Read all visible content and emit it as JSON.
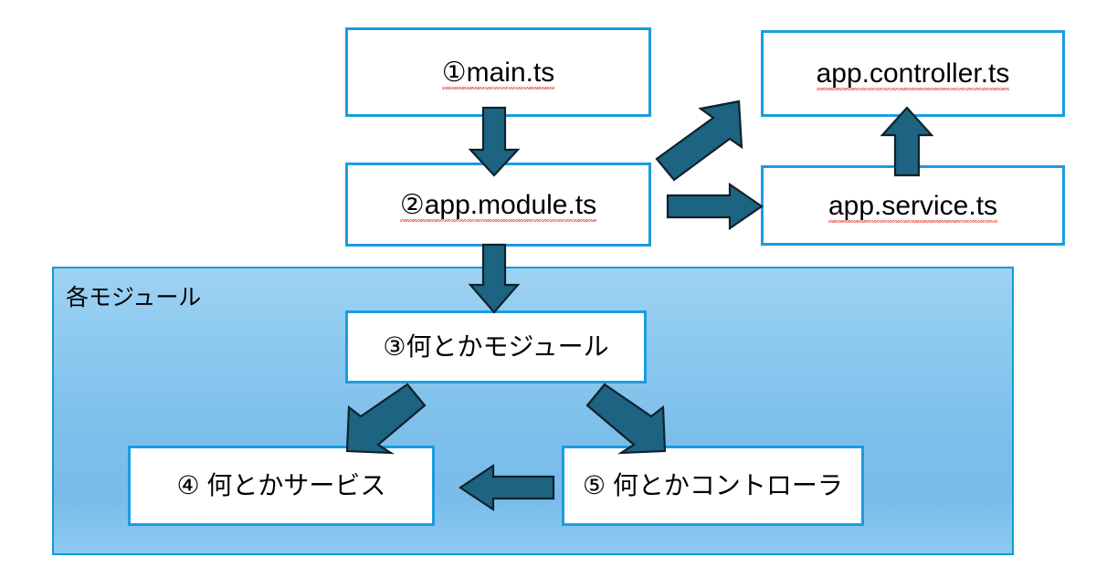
{
  "diagram": {
    "title": "NestJS module structure diagram",
    "colors": {
      "box_border": "#1b9ce2",
      "arrow_fill": "#1d6382",
      "arrow_stroke": "#10212b",
      "group_fill_top": "#9ed2f2",
      "group_fill_bottom": "#79bcea",
      "group_border": "#0f9ad6",
      "spellcheck_underline": "#e8443a",
      "background": "#ffffff"
    },
    "group": {
      "label": "各モジュール"
    },
    "nodes": [
      {
        "id": "main",
        "label": "①main.ts",
        "spellcheck": true,
        "script": "latin"
      },
      {
        "id": "app-module",
        "label": "②app.module.ts",
        "spellcheck": true,
        "script": "latin"
      },
      {
        "id": "app-controller",
        "label": "app.controller.ts",
        "spellcheck": true,
        "script": "latin"
      },
      {
        "id": "app-service",
        "label": "app.service.ts",
        "spellcheck": true,
        "script": "latin"
      },
      {
        "id": "some-module",
        "label": "③何とかモジュール",
        "spellcheck": false,
        "script": "jp"
      },
      {
        "id": "some-service",
        "label": "④ 何とかサービス",
        "spellcheck": false,
        "script": "jp"
      },
      {
        "id": "some-controller",
        "label": "⑤ 何とかコントローラ",
        "spellcheck": false,
        "script": "jp"
      }
    ],
    "arrows": [
      {
        "id": "main-to-app-module",
        "direction": "down",
        "from": "main",
        "to": "app-module"
      },
      {
        "id": "app-module-to-app-controller",
        "direction": "up-right",
        "from": "app-module",
        "to": "app-controller"
      },
      {
        "id": "app-module-to-app-service",
        "direction": "right",
        "from": "app-module",
        "to": "app-service"
      },
      {
        "id": "app-service-to-app-controller",
        "direction": "up",
        "from": "app-service",
        "to": "app-controller"
      },
      {
        "id": "app-module-to-some-module",
        "direction": "down",
        "from": "app-module",
        "to": "some-module"
      },
      {
        "id": "some-module-to-some-service",
        "direction": "down-left",
        "from": "some-module",
        "to": "some-service"
      },
      {
        "id": "some-module-to-some-controller",
        "direction": "down-right",
        "from": "some-module",
        "to": "some-controller"
      },
      {
        "id": "some-controller-to-some-service",
        "direction": "left",
        "from": "some-controller",
        "to": "some-service"
      }
    ]
  }
}
